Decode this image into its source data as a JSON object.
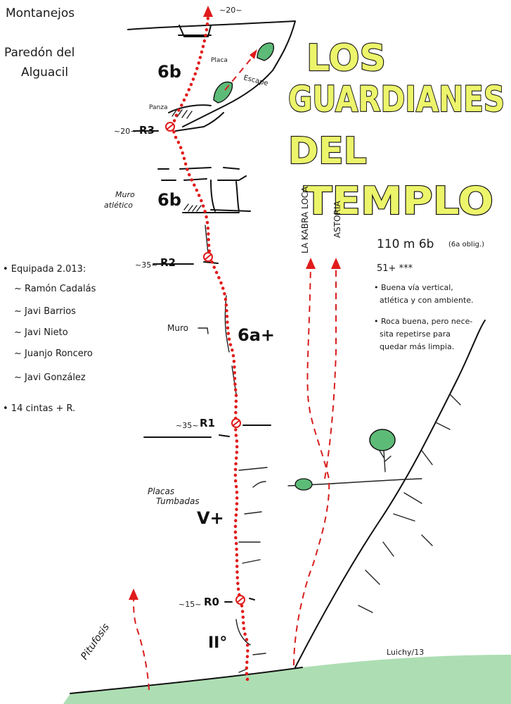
{
  "location": {
    "area": "Montanejos",
    "wall_line1": "Paredón del",
    "wall_line2": "Alguacil"
  },
  "title": {
    "line1": "LOS",
    "line2": "GUARDIANES",
    "line3": "DEL",
    "line4": "TEMPLO"
  },
  "route_info": {
    "length_grade": "110 m 6b",
    "mandatory": "(6a oblig.)",
    "quickdraws": "51+ ***",
    "notes": [
      "• Buena vía vertical,",
      "atlética y con ambiente.",
      "• Roca buena, pero nece-",
      "sita repetirse para",
      "quedar más limpia."
    ]
  },
  "equipment": {
    "heading": "• Equipada 2.013:",
    "people": [
      "~ Ramón Cadalás",
      "~ Javi Barrios",
      "~ Javi Nieto",
      "~ Juanjo Roncero",
      "~ Javi González"
    ],
    "gear": "• 14 cintas + R."
  },
  "belays": [
    {
      "name": "R3",
      "length": "~20~"
    },
    {
      "name": "R2",
      "length": "~35~"
    },
    {
      "name": "R1",
      "length": "~35~"
    },
    {
      "name": "R0",
      "length": "~15~"
    }
  ],
  "top_length": "~20~",
  "pitches": [
    {
      "grade": "6b",
      "label": ""
    },
    {
      "grade": "6b",
      "label_line1": "Muro",
      "label_line2": "atlético"
    },
    {
      "grade": "6a+",
      "label": "Muro"
    },
    {
      "grade": "V+",
      "label_line1": "Placas",
      "label_line2": "Tumbadas"
    },
    {
      "grade": "II°"
    }
  ],
  "features": {
    "panza": "Panza",
    "placa": "Placa",
    "escape": "Escape"
  },
  "neighbour_routes": [
    "LA KABRA LOCA",
    "ASTORIA",
    "Pitufosis"
  ],
  "signature": "Luichy/13",
  "colors": {
    "route_red": "#e01b1b",
    "title_yellow": "#ecf56a",
    "bush_green": "#5dbb78",
    "ground_green": "#9fd8a6",
    "ink": "#111111"
  }
}
